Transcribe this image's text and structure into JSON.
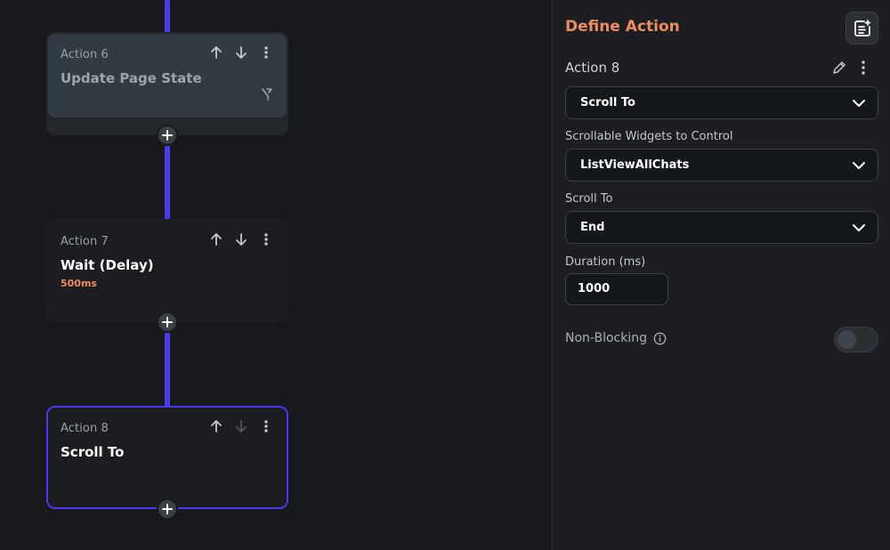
{
  "flow": {
    "nodes": [
      {
        "label": "Action 6",
        "title": "Update Page State",
        "subtitle": ""
      },
      {
        "label": "Action 7",
        "title": "Wait (Delay)",
        "subtitle": "500ms"
      },
      {
        "label": "Action 8",
        "title": "Scroll To",
        "subtitle": ""
      }
    ],
    "add_symbol": "+"
  },
  "panel": {
    "title": "Define Action",
    "action_name": "Action 8",
    "action_type": "Scroll To",
    "scrollable_label": "Scrollable Widgets to Control",
    "scrollable_value": "ListViewAllChats",
    "scroll_to_label": "Scroll To",
    "scroll_to_value": "End",
    "duration_label": "Duration (ms)",
    "duration_value": "1000",
    "non_blocking_label": "Non-Blocking"
  },
  "colors": {
    "accent": "#ee8b60",
    "connector": "#4b39ef",
    "selected_border": "#4b39ef"
  },
  "icons": [
    "arrow-up-icon",
    "arrow-down-icon",
    "more-vertical-icon",
    "plus-icon",
    "edit-icon",
    "chevron-down-icon",
    "info-icon",
    "note-add-icon",
    "branch-icon"
  ]
}
